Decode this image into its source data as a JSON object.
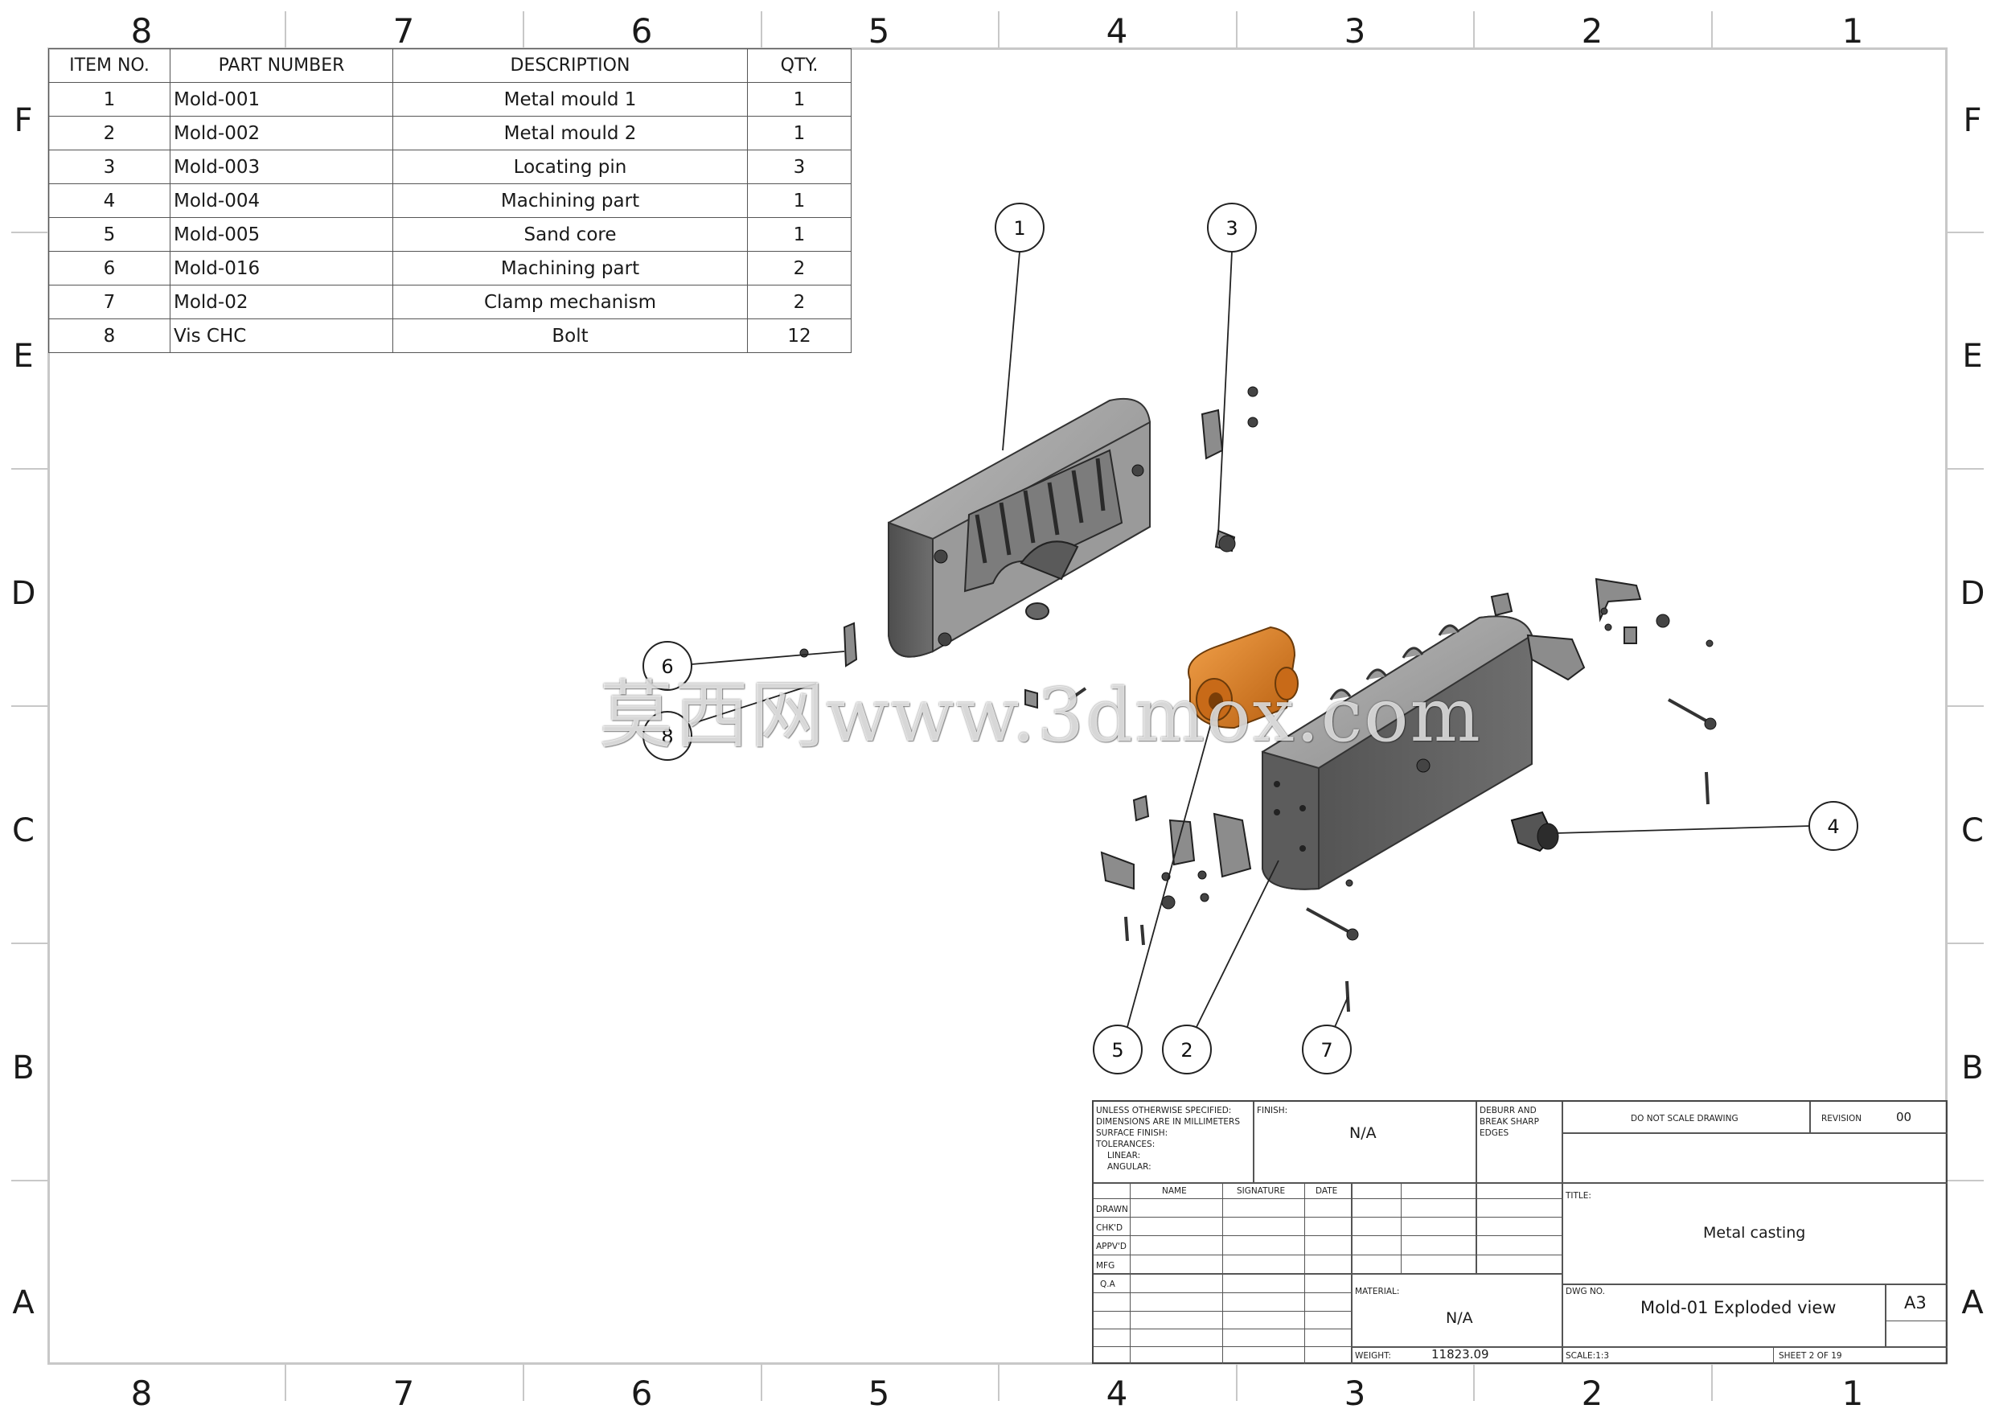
{
  "zones": {
    "columns": [
      "8",
      "7",
      "6",
      "5",
      "4",
      "3",
      "2",
      "1"
    ],
    "rows": [
      "F",
      "E",
      "D",
      "C",
      "B",
      "A"
    ]
  },
  "bom": {
    "headers": [
      "ITEM NO.",
      "PART NUMBER",
      "DESCRIPTION",
      "QTY."
    ],
    "rows": [
      {
        "item": "1",
        "part": "Mold-001",
        "desc": "Metal mould 1",
        "qty": "1"
      },
      {
        "item": "2",
        "part": "Mold-002",
        "desc": "Metal mould 2",
        "qty": "1"
      },
      {
        "item": "3",
        "part": "Mold-003",
        "desc": "Locating pin",
        "qty": "3"
      },
      {
        "item": "4",
        "part": "Mold-004",
        "desc": "Machining part",
        "qty": "1"
      },
      {
        "item": "5",
        "part": "Mold-005",
        "desc": "Sand core",
        "qty": "1"
      },
      {
        "item": "6",
        "part": "Mold-016",
        "desc": "Machining part",
        "qty": "2"
      },
      {
        "item": "7",
        "part": "Mold-02",
        "desc": "Clamp mechanism",
        "qty": "2"
      },
      {
        "item": "8",
        "part": "Vis CHC",
        "desc": "Bolt",
        "qty": "12"
      }
    ]
  },
  "balloons": [
    "1",
    "3",
    "6",
    "8",
    "4",
    "5",
    "2",
    "7"
  ],
  "watermark": "莫西网www.3dmox.com",
  "title_block": {
    "unless_lines": [
      "UNLESS OTHERWISE SPECIFIED:",
      "DIMENSIONS ARE IN MILLIMETERS",
      "SURFACE FINISH:",
      "TOLERANCES:",
      "LINEAR:",
      "ANGULAR:"
    ],
    "finish_label": "FINISH:",
    "finish_value": "N/A",
    "deburr_lines": [
      "DEBURR AND",
      "BREAK SHARP",
      "EDGES"
    ],
    "do_not_scale": "DO NOT SCALE DRAWING",
    "revision_label": "REVISION",
    "revision_value": "00",
    "grid_headers": [
      "NAME",
      "SIGNATURE",
      "DATE"
    ],
    "row_labels": [
      "DRAWN",
      "CHK'D",
      "APPV'D",
      "MFG",
      "Q.A"
    ],
    "title_label": "TITLE:",
    "title_value": "Metal casting",
    "material_label": "MATERIAL:",
    "material_value": "N/A",
    "dwg_label": "DWG NO.",
    "dwg_value": "Mold-01 Exploded view",
    "size": "A3",
    "weight_label": "WEIGHT:",
    "weight_value": "11823.09",
    "scale": "SCALE:1:3",
    "sheet": "SHEET 2 OF 19"
  },
  "colors": {
    "frame": "#c8c8c8",
    "part_fill": "#8f8f8f",
    "part_dark": "#4a4a4a",
    "sand_core": "#e07f1f"
  }
}
